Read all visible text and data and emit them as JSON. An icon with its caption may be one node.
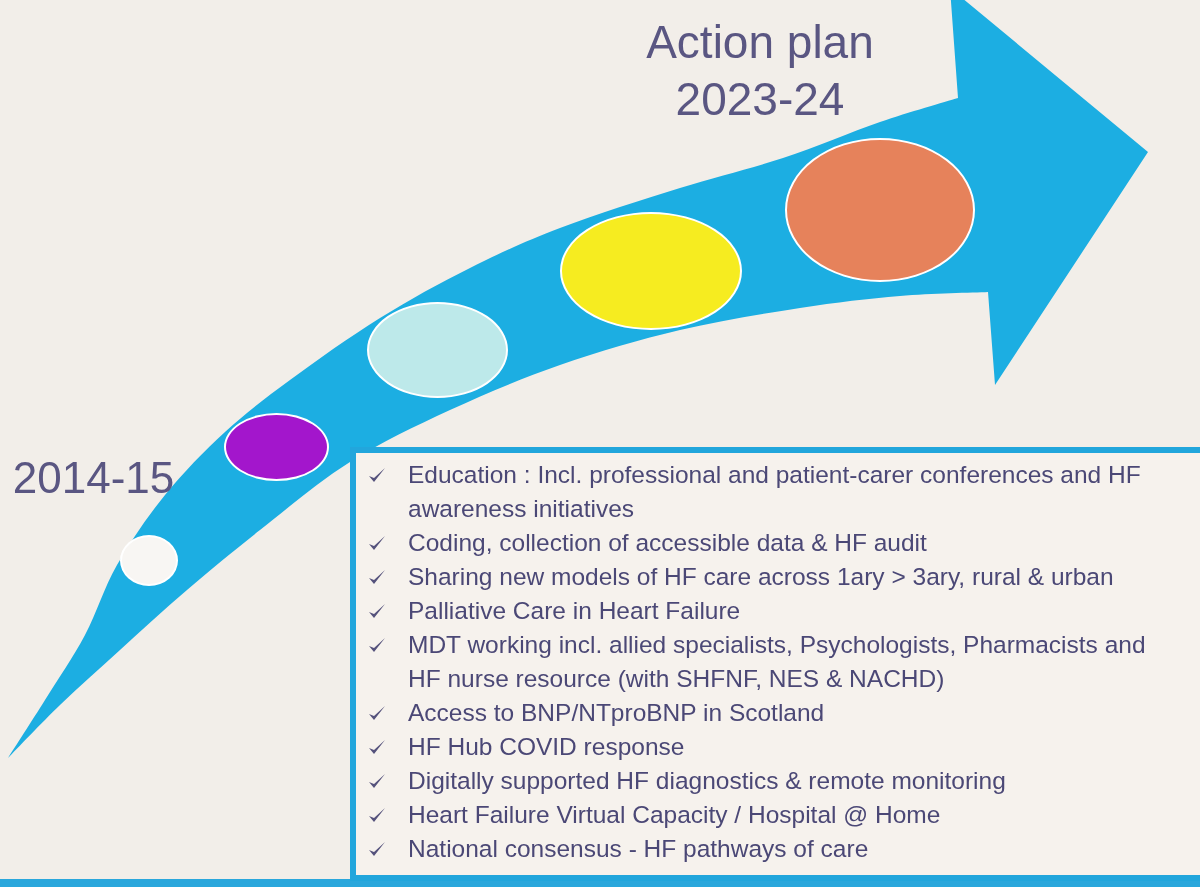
{
  "diagram": {
    "nodes": [
      {
        "text": [],
        "shape": "circle"
      },
      {
        "text": [],
        "shape": "circle"
      },
      {
        "text": [],
        "shape": "circle"
      },
      {
        "text": [],
        "shape": "circle"
      },
      {
        "text": [],
        "shape": "circle"
      },
      {
        "text": [
          "Education : Incl. professional and patient-carer conferences and HF awareness initiatives",
          "Coding, collection of accessible data & HF audit",
          "Sharing new models of HF care across 1ary > 3ary, rural & urban",
          "Palliative Care in Heart Failure",
          "MDT working incl. allied specialists, Psychologists, Pharmacists and HF nurse resource (with SHFNF, NES & NACHD)",
          "Access to BNP/NTproBNP in Scotland",
          "HF Hub COVID response",
          "Digitally supported HF diagnostics & remote monitoring",
          "Heart Failure Virtual Capacity / Hospital @ Home",
          "National consensus - HF pathways of care"
        ]
      }
    ],
    "labels": [
      "Action plan 2023-24",
      "2014-15"
    ]
  }
}
